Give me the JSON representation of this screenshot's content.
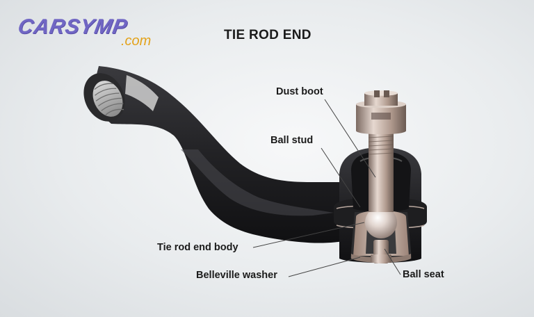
{
  "logo": {
    "main": "CARSYMP",
    "sub": ".com"
  },
  "title": "TIE ROD END",
  "labels": {
    "dust_boot": "Dust boot",
    "ball_stud": "Ball stud",
    "tie_rod_end_body": "Tie rod end body",
    "belleville_washer": "Belleville washer",
    "ball_seat": "Ball seat"
  },
  "colors": {
    "logo_primary": "#7066c4",
    "logo_accent": "#e3a21a",
    "body_dark": "#1c1c1e",
    "stud_metal": "#b29a8e"
  }
}
